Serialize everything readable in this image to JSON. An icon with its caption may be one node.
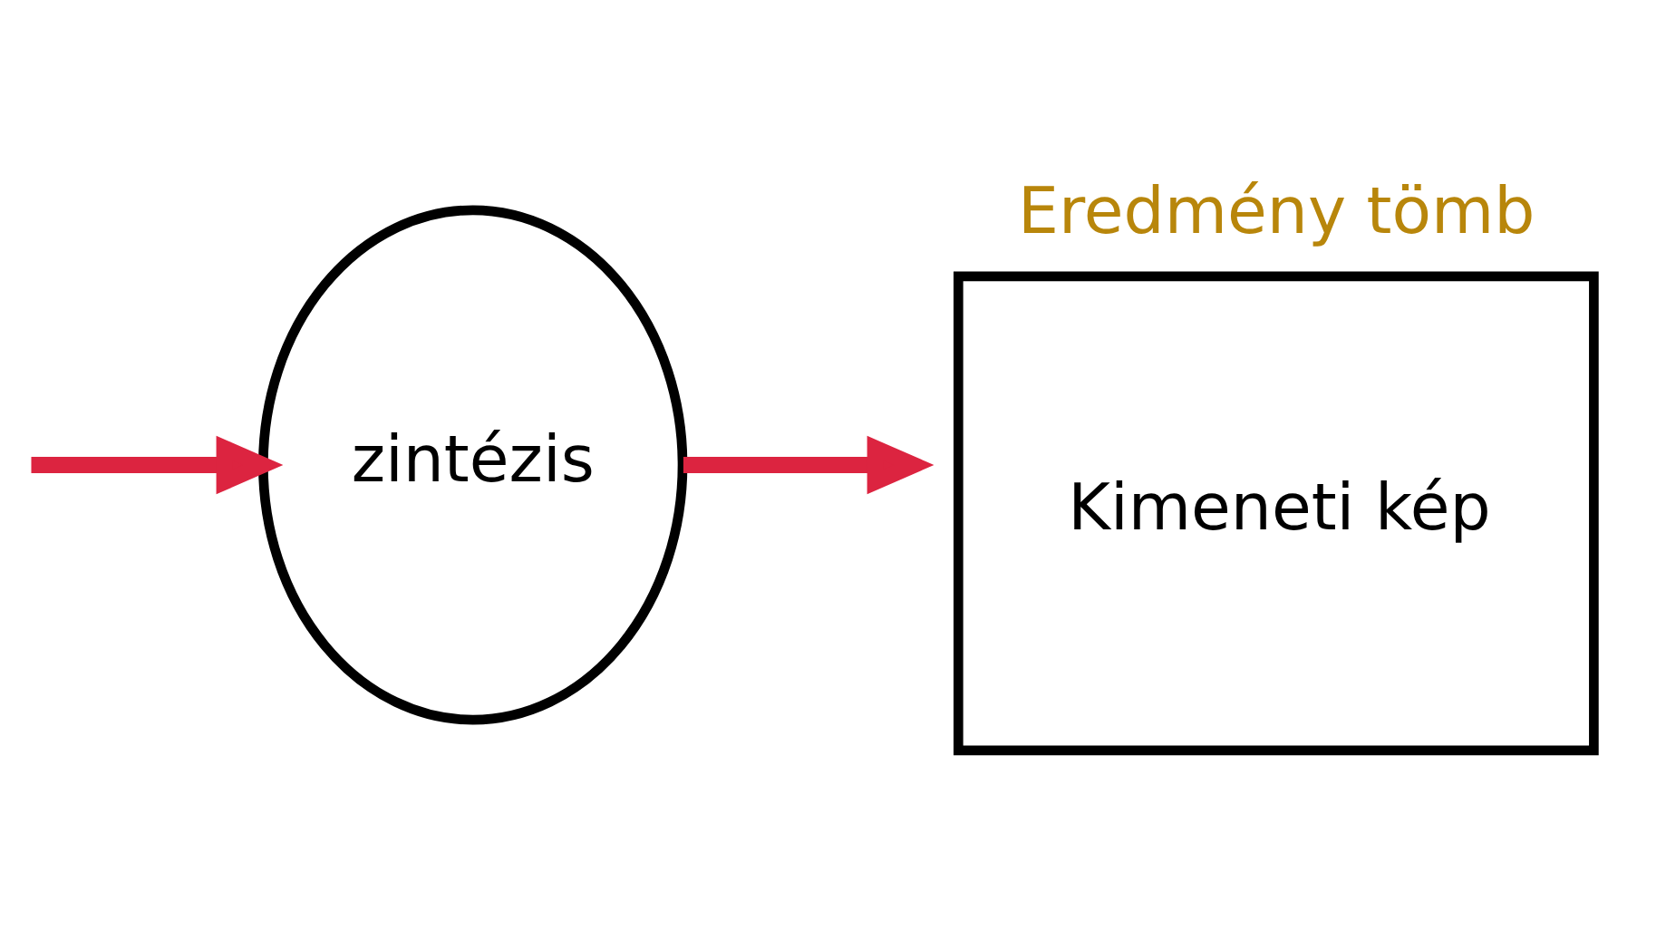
{
  "diagram": {
    "nodes": [
      {
        "text": [
          "zintézis"
        ]
      },
      {
        "text": [
          "Eredmény tömb",
          "Kimeneti kép"
        ]
      }
    ],
    "edges": [
      {
        "from": null,
        "to": 0,
        "arrow": "to"
      },
      {
        "from": 0,
        "to": 1,
        "arrow": "to"
      }
    ]
  }
}
